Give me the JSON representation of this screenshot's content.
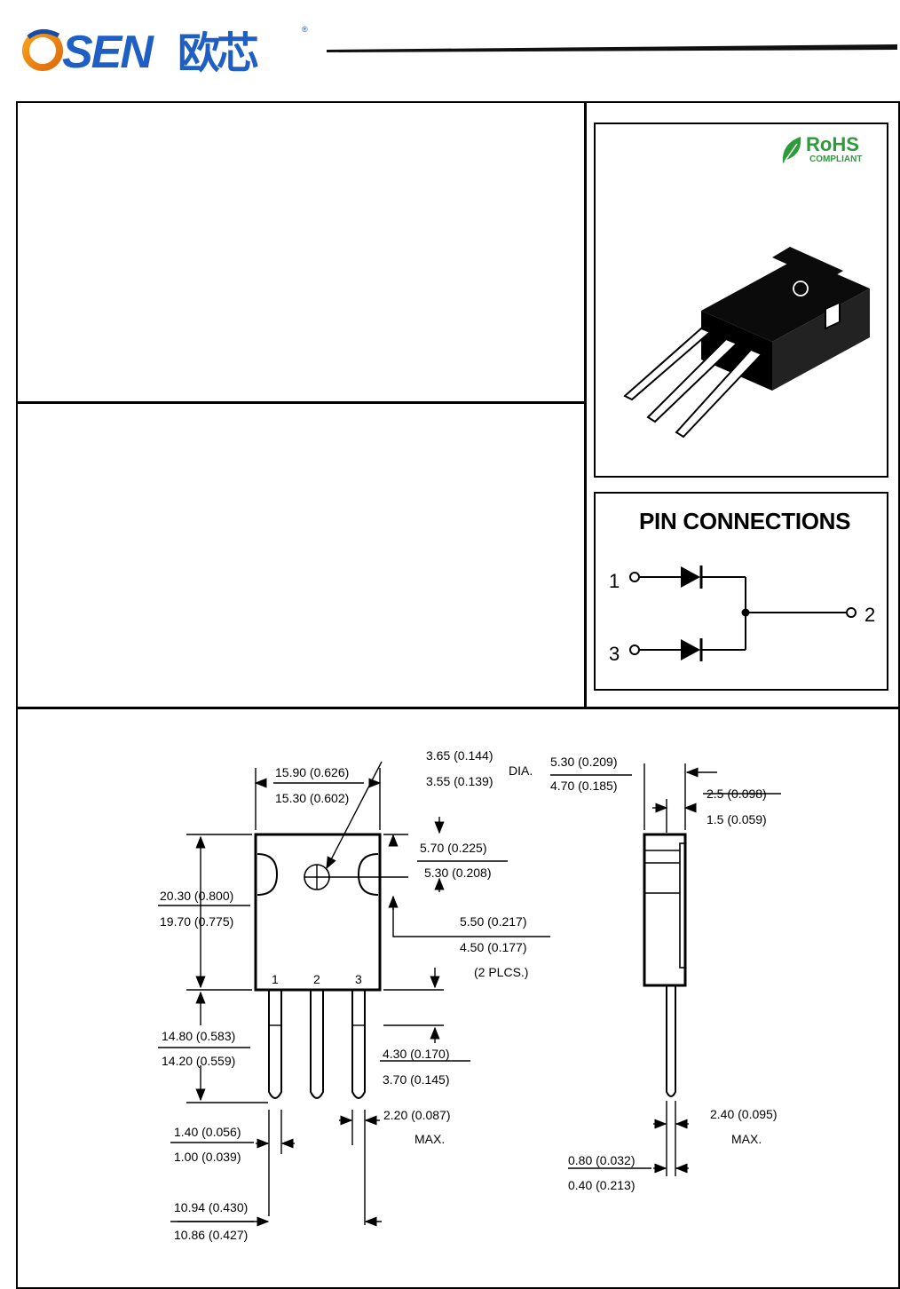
{
  "brand": {
    "latin": "OSEN",
    "chinese": "欧芯",
    "registered": "®"
  },
  "rohs": {
    "word": "RoHS",
    "sub": "COMPLIANT"
  },
  "pin_connections": {
    "title": "PIN CONNECTIONS",
    "pins": [
      "1",
      "2",
      "3"
    ]
  },
  "outline": {
    "pin_numbers": [
      "1",
      "2",
      "3"
    ],
    "dims": {
      "width_max": "15.90 (0.626)",
      "width_min": "15.30 (0.602)",
      "hole_max": "3.65 (0.144)",
      "hole_min": "3.55 (0.139)",
      "hole_suffix": "DIA.",
      "hole_offset_max": "5.70 (0.225)",
      "hole_offset_min": "5.30 (0.208)",
      "notch_max": "5.50 (0.217)",
      "notch_min": "4.50 (0.177)",
      "notch_note": "(2 PLCS.)",
      "height_max": "20.30 (0.800)",
      "height_min": "19.70 (0.775)",
      "lead_len_max": "14.80 (0.583)",
      "lead_len_min": "14.20 (0.559)",
      "shoulder_max": "4.30 (0.170)",
      "shoulder_min": "3.70 (0.145)",
      "lead_width_max": "1.40 (0.056)",
      "lead_width_min": "1.00 (0.039)",
      "lead_shoulder_w": "2.20 (0.087)",
      "lead_shoulder_note": "MAX.",
      "pitch_max": "10.94 (0.430)",
      "pitch_min": "10.86 (0.427)",
      "thick_max": "5.30 (0.209)",
      "thick_min": "4.70 (0.185)",
      "tab_max": "2.5 (0.098)",
      "tab_min": "1.5 (0.059)",
      "side_lead_w": "2.40 (0.095)",
      "side_lead_note": "MAX.",
      "lead_thk_max": "0.80 (0.032)",
      "lead_thk_min": "0.40 (0.213)"
    }
  }
}
